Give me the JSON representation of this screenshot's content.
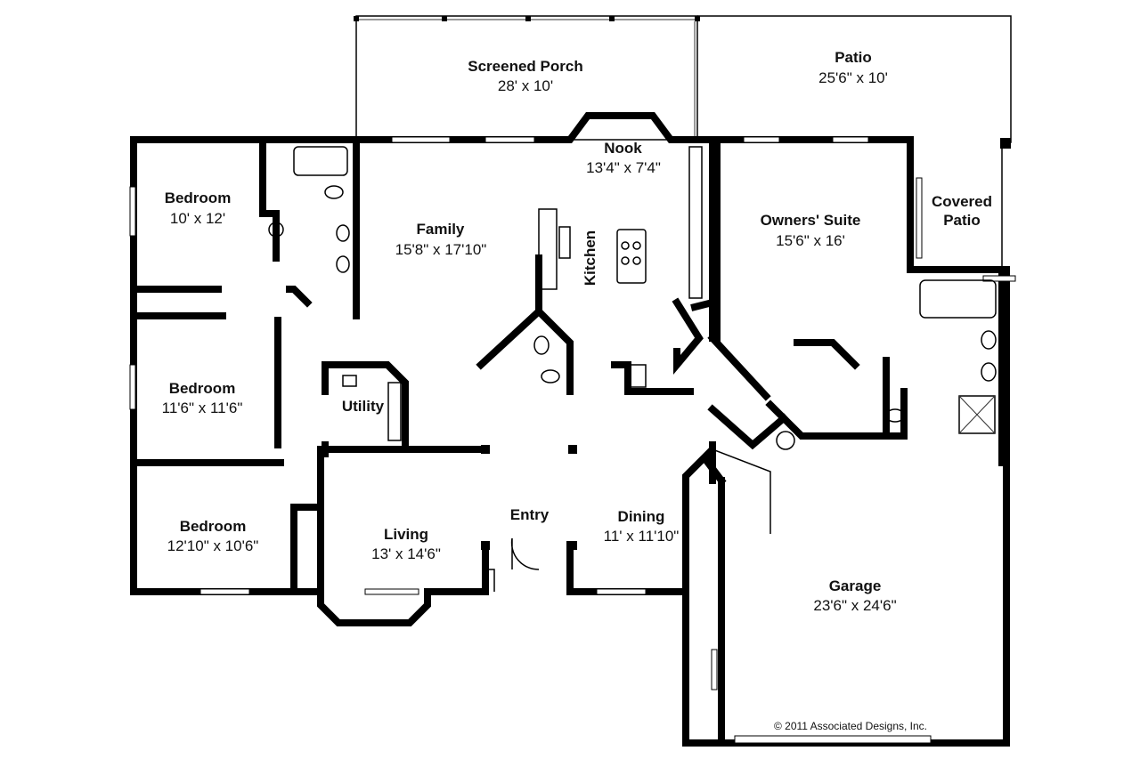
{
  "plan": {
    "mirrored": true,
    "colors": {
      "wall": "#000000",
      "background": "#ffffff",
      "text": "#111111"
    },
    "rooms": [
      {
        "id": "screened-porch",
        "name": "Screened Porch",
        "dims": "28' x 10'"
      },
      {
        "id": "patio",
        "name": "Patio",
        "dims": "25'6\" x 10'"
      },
      {
        "id": "covered-patio",
        "name": "Covered",
        "name2": "Patio"
      },
      {
        "id": "nook",
        "name": "Nook",
        "dims": "13'4\" x 7'4\""
      },
      {
        "id": "family",
        "name": "Family",
        "dims": "15'8\" x 17'10\""
      },
      {
        "id": "kitchen",
        "name": "Kitchen"
      },
      {
        "id": "owners-suite",
        "name": "Owners' Suite",
        "dims": "15'6\" x 16'"
      },
      {
        "id": "bedroom-1",
        "name": "Bedroom",
        "dims": "10' x 12'"
      },
      {
        "id": "bedroom-2",
        "name": "Bedroom",
        "dims": "11'6\" x 11'6\""
      },
      {
        "id": "bedroom-3",
        "name": "Bedroom",
        "dims": "12'10\" x 10'6\""
      },
      {
        "id": "utility",
        "name": "Utility"
      },
      {
        "id": "living",
        "name": "Living",
        "dims": "13' x 14'6\""
      },
      {
        "id": "entry",
        "name": "Entry"
      },
      {
        "id": "dining",
        "name": "Dining",
        "dims": "11' x 11'10\""
      },
      {
        "id": "garage",
        "name": "Garage",
        "dims": "23'6\" x 24'6\""
      }
    ],
    "copyright": "© 2011 Associated Designs, Inc."
  }
}
